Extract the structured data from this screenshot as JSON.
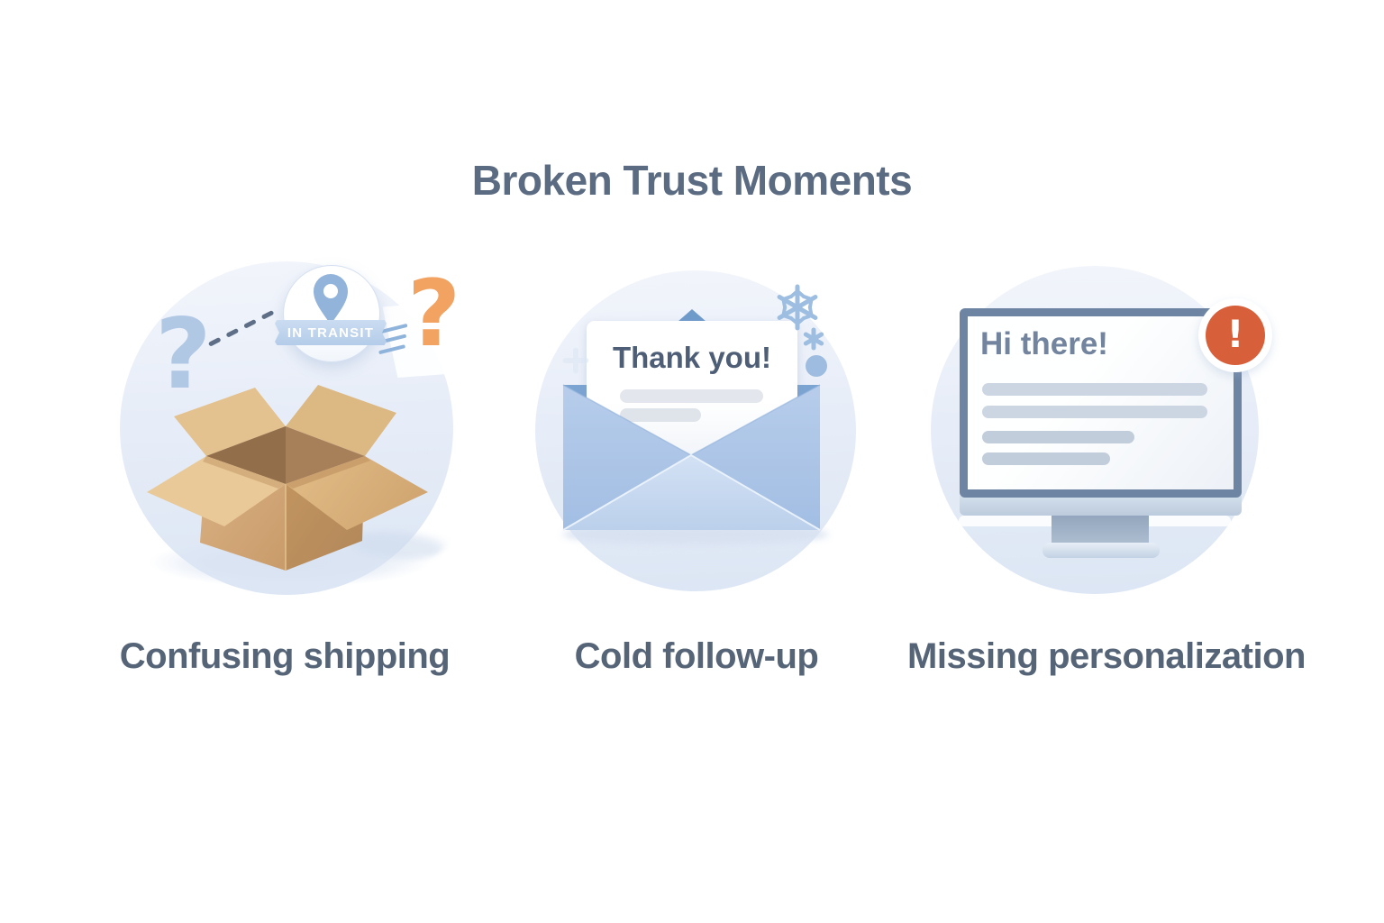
{
  "title": "Broken Trust Moments",
  "panels": [
    {
      "id": "confusing-shipping",
      "label": "Confusing shipping",
      "badge_text": "IN TRANSIT",
      "question_left": "?",
      "question_right": "?"
    },
    {
      "id": "cold-follow-up",
      "label": "Cold follow-up",
      "letter_heading": "Thank you!"
    },
    {
      "id": "missing-personalization",
      "label": "Missing personalization",
      "screen_heading": "Hi there!",
      "alert_glyph": "!"
    }
  ],
  "colors": {
    "title_text": "#5b6b81",
    "label_text": "#556477",
    "circle_top": "#f2f5fb",
    "circle_bottom": "#dce6f4",
    "question_blue": "#b1c8e5",
    "question_orange": "#f2a261",
    "dash_slate": "#5d6e86",
    "pin_blue": "#92b3da",
    "ribbon_blue": "#bcd2ec",
    "cardboard_light": "#e6c795",
    "cardboard_dark": "#b78c5a",
    "envelope_blue": "#aec7e9",
    "snowflake_blue": "#9dbee1",
    "monitor_frame": "#6e84a3",
    "alert_red": "#d75f3a"
  }
}
